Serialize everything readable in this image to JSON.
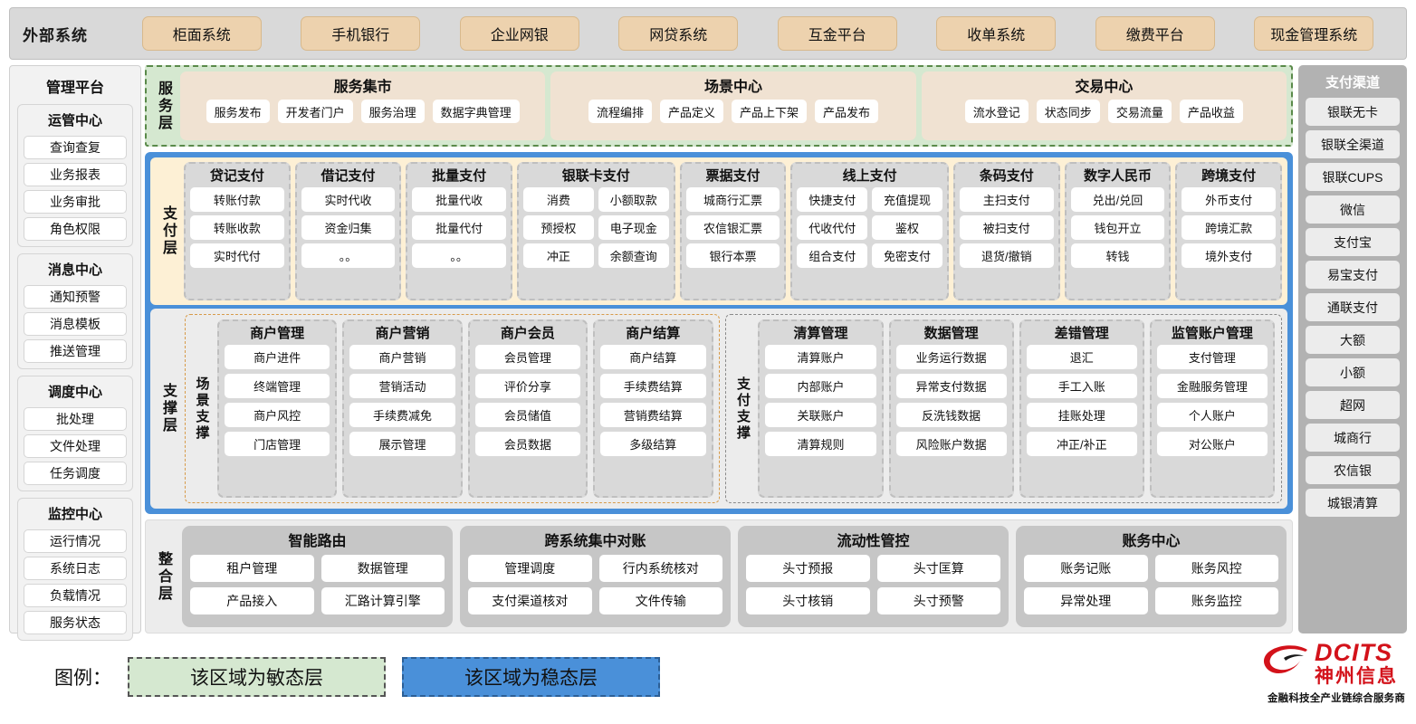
{
  "topbar": {
    "title": "外部系统",
    "items": [
      "柜面系统",
      "手机银行",
      "企业网银",
      "网贷系统",
      "互金平台",
      "收单系统",
      "缴费平台",
      "现金管理系统"
    ]
  },
  "left_sidebar": {
    "title": "管理平台",
    "groups": [
      {
        "title": "运管中心",
        "items": [
          "查询查复",
          "业务报表",
          "业务审批",
          "角色权限"
        ]
      },
      {
        "title": "消息中心",
        "items": [
          "通知预警",
          "消息模板",
          "推送管理"
        ]
      },
      {
        "title": "调度中心",
        "items": [
          "批处理",
          "文件处理",
          "任务调度"
        ]
      },
      {
        "title": "监控中心",
        "items": [
          "运行情况",
          "系统日志",
          "负载情况",
          "服务状态"
        ]
      }
    ]
  },
  "right_sidebar": {
    "title": "支付渠道",
    "items": [
      "银联无卡",
      "银联全渠道",
      "银联CUPS",
      "微信",
      "支付宝",
      "易宝支付",
      "通联支付",
      "大额",
      "小额",
      "超网",
      "城商行",
      "农信银",
      "城银清算"
    ]
  },
  "service_layer": {
    "label": "服务层",
    "cards": [
      {
        "title": "服务集市",
        "items": [
          "服务发布",
          "开发者门户",
          "服务治理",
          "数据字典管理"
        ]
      },
      {
        "title": "场景中心",
        "items": [
          "流程编排",
          "产品定义",
          "产品上下架",
          "产品发布"
        ]
      },
      {
        "title": "交易中心",
        "items": [
          "流水登记",
          "状态同步",
          "交易流量",
          "产品收益"
        ]
      }
    ]
  },
  "payment_layer": {
    "label": "支付层",
    "groups": [
      {
        "title": "贷记支付",
        "cols": 1,
        "rows": [
          [
            "转账付款"
          ],
          [
            "转账收款"
          ],
          [
            "实时代付"
          ]
        ]
      },
      {
        "title": "借记支付",
        "cols": 1,
        "rows": [
          [
            "实时代收"
          ],
          [
            "资金归集"
          ],
          [
            "。。"
          ]
        ]
      },
      {
        "title": "批量支付",
        "cols": 1,
        "rows": [
          [
            "批量代收"
          ],
          [
            "批量代付"
          ],
          [
            "。。"
          ]
        ]
      },
      {
        "title": "银联卡支付",
        "cols": 2,
        "rows": [
          [
            "消费",
            "小额取款"
          ],
          [
            "预授权",
            "电子现金"
          ],
          [
            "冲正",
            "余额查询"
          ]
        ]
      },
      {
        "title": "票据支付",
        "cols": 1,
        "rows": [
          [
            "城商行汇票"
          ],
          [
            "农信银汇票"
          ],
          [
            "银行本票"
          ]
        ]
      },
      {
        "title": "线上支付",
        "cols": 2,
        "rows": [
          [
            "快捷支付",
            "充值提现"
          ],
          [
            "代收代付",
            "鉴权"
          ],
          [
            "组合支付",
            "免密支付"
          ]
        ]
      },
      {
        "title": "条码支付",
        "cols": 1,
        "rows": [
          [
            "主扫支付"
          ],
          [
            "被扫支付"
          ],
          [
            "退货/撤销"
          ]
        ]
      },
      {
        "title": "数字人民币",
        "cols": 1,
        "rows": [
          [
            "兑出/兑回"
          ],
          [
            "钱包开立"
          ],
          [
            "转钱"
          ]
        ]
      },
      {
        "title": "跨境支付",
        "cols": 1,
        "rows": [
          [
            "外币支付"
          ],
          [
            "跨境汇款"
          ],
          [
            "境外支付"
          ]
        ]
      }
    ]
  },
  "support_layer": {
    "label": "支撑层",
    "scene": {
      "label": "场景支撑",
      "groups": [
        {
          "title": "商户管理",
          "items": [
            "商户进件",
            "终端管理",
            "商户风控",
            "门店管理"
          ]
        },
        {
          "title": "商户营销",
          "items": [
            "商户营销",
            "营销活动",
            "手续费减免",
            "展示管理"
          ]
        },
        {
          "title": "商户会员",
          "items": [
            "会员管理",
            "评价分享",
            "会员储值",
            "会员数据"
          ]
        },
        {
          "title": "商户结算",
          "items": [
            "商户结算",
            "手续费结算",
            "营销费结算",
            "多级结算"
          ]
        }
      ]
    },
    "paysupport": {
      "label": "支付支撑",
      "groups": [
        {
          "title": "清算管理",
          "items": [
            "清算账户",
            "内部账户",
            "关联账户",
            "清算规则"
          ]
        },
        {
          "title": "数据管理",
          "items": [
            "业务运行数据",
            "异常支付数据",
            "反洗钱数据",
            "风险账户数据"
          ]
        },
        {
          "title": "差错管理",
          "items": [
            "退汇",
            "手工入账",
            "挂账处理",
            "冲正/补正"
          ]
        },
        {
          "title": "监管账户管理",
          "items": [
            "支付管理",
            "金融服务管理",
            "个人账户",
            "对公账户"
          ]
        }
      ]
    }
  },
  "integration_layer": {
    "label": "整合层",
    "cards": [
      {
        "title": "智能路由",
        "rows": [
          [
            "租户管理",
            "数据管理"
          ],
          [
            "产品接入",
            "汇路计算引擎"
          ]
        ]
      },
      {
        "title": "跨系统集中对账",
        "rows": [
          [
            "管理调度",
            "行内系统核对"
          ],
          [
            "支付渠道核对",
            "文件传输"
          ]
        ]
      },
      {
        "title": "流动性管控",
        "rows": [
          [
            "头寸预报",
            "头寸匡算"
          ],
          [
            "头寸核销",
            "头寸预警"
          ]
        ]
      },
      {
        "title": "账务中心",
        "rows": [
          [
            "账务记账",
            "账务风控"
          ],
          [
            "异常处理",
            "账务监控"
          ]
        ]
      }
    ]
  },
  "legend": {
    "label": "图例：",
    "agile": "该区域为敏态层",
    "stable": "该区域为稳态层"
  },
  "logo": {
    "brand_en": "DCITS",
    "brand_cn": "神州信息",
    "tagline": "金融科技全产业链综合服务商",
    "color": "#d3121a"
  },
  "colors": {
    "agile_green": "#d5e8d0",
    "stable_blue": "#4a90d9",
    "payment_yellow": "#fdf0d5",
    "external_tan": "#edd2ae"
  }
}
